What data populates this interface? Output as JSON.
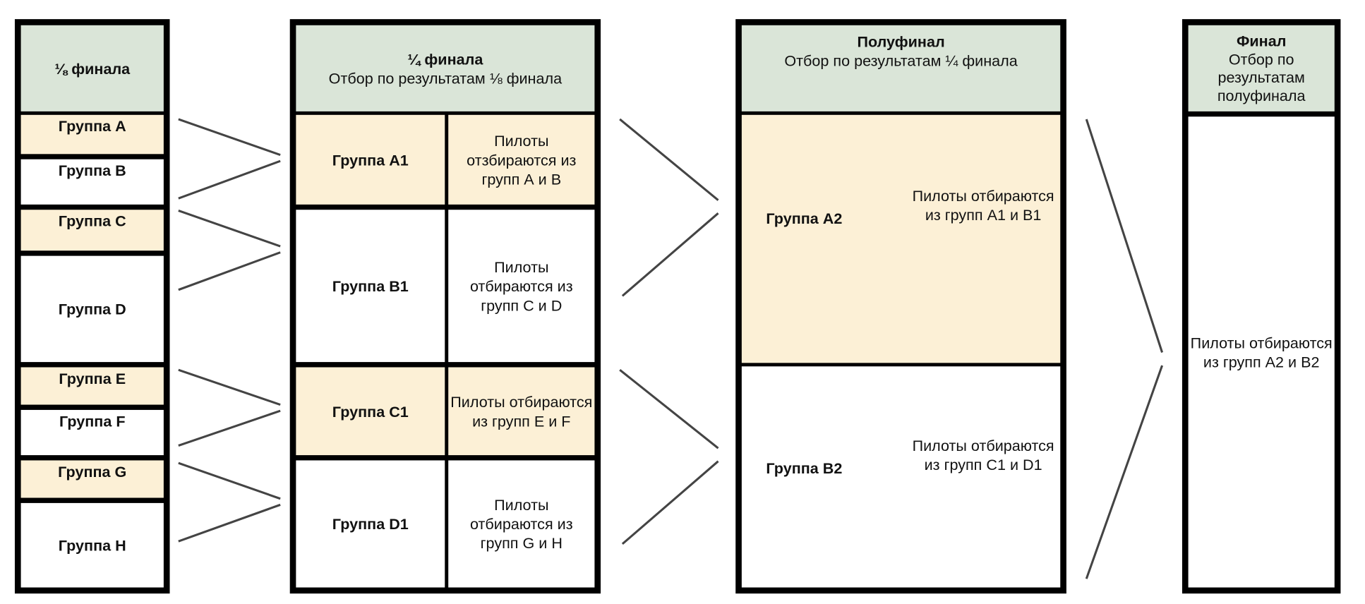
{
  "columns": {
    "eighth": {
      "title": "⅛ финала",
      "groups": [
        "Группа А",
        "Группа В",
        "Группа С",
        "Группа D",
        "Группа Е",
        "Группа F",
        "Группа G",
        "Группа Н"
      ]
    },
    "quarter": {
      "title": "¼ финала",
      "subtitle": "Отбор по результатам ⅛ финала",
      "groups": [
        {
          "name": "Группа А1",
          "desc": "Пилоты отзбираются из групп А и В"
        },
        {
          "name": "Группа В1",
          "desc": "Пилоты отбираются из групп С и D"
        },
        {
          "name": "Группа С1",
          "desc": "Пилоты отбираются из групп Е и F"
        },
        {
          "name": "Группа D1",
          "desc": "Пилоты отбираются из групп G и H"
        }
      ]
    },
    "semi": {
      "title": "Полуфинал",
      "subtitle": "Отбор по результатам ¼ финала",
      "groups": [
        {
          "name": "Группа А2",
          "desc": "Пилоты отбираются из групп А1 и В1"
        },
        {
          "name": "Группа В2",
          "desc": "Пилоты отбираются из групп С1 и D1"
        }
      ]
    },
    "final": {
      "title": "Финал",
      "subtitle": "Отбор по результатам полуфинала",
      "desc": "Пилоты отбираются из групп А2 и В2"
    }
  },
  "colors": {
    "header": "#dae5d8",
    "highlight": "#fcf0d6",
    "border": "#000000",
    "connector": "#444444"
  }
}
